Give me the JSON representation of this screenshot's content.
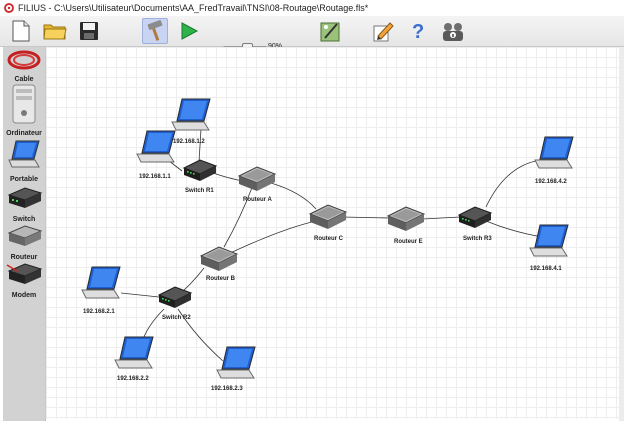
{
  "window": {
    "title": "FILIUS - C:\\Users\\Utilisateur\\Documents\\AA_FredTravail\\TNSI\\08-Routage\\Routage.fls*"
  },
  "toolbar": {
    "zoom_label": "90%",
    "zoom_value": 0.55
  },
  "palette": {
    "items": [
      "Cable",
      "Ordinateur",
      "Portable",
      "Switch",
      "Routeur",
      "Modem"
    ]
  },
  "network": {
    "nodes": {
      "pc_1_2": "192.168.1.2",
      "pc_1_1": "192.168.1.1",
      "switch_r1": "Switch R1",
      "routeur_a": "Routeur A",
      "routeur_b": "Routeur B",
      "routeur_c": "Routeur C",
      "routeur_e": "Routeur E",
      "switch_r3": "Switch R3",
      "pc_4_2": "192.168.4.2",
      "pc_4_1": "192.168.4.1",
      "pc_2_1": "192.168.2.1",
      "switch_r2": "Switch R2",
      "pc_2_2": "192.168.2.2",
      "pc_2_3": "192.168.2.3"
    }
  }
}
